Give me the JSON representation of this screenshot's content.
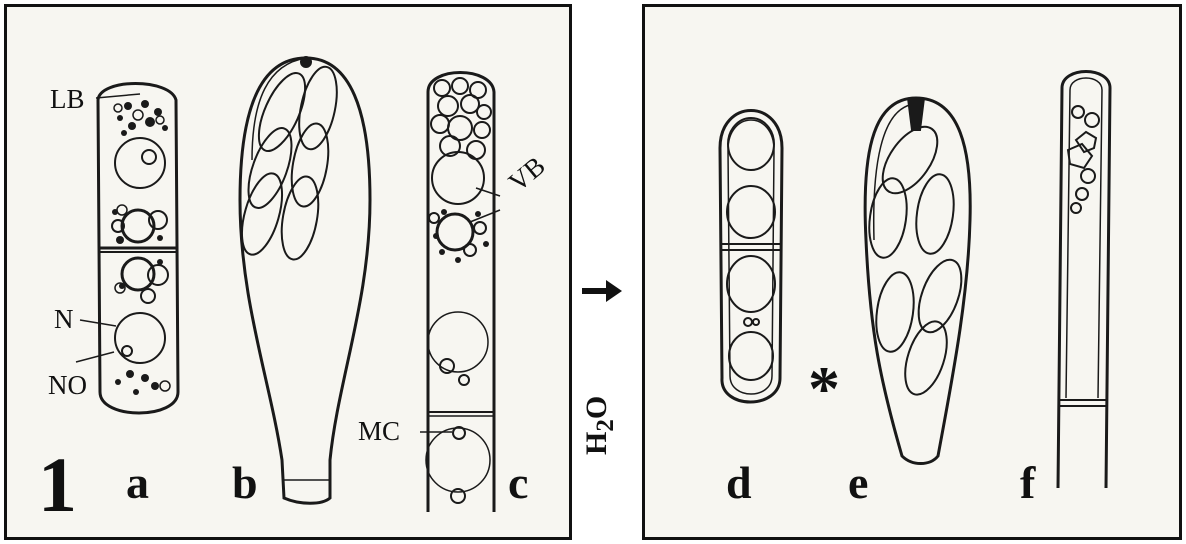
{
  "figure": {
    "figure_number": "1",
    "panel_letters": [
      "a",
      "b",
      "c",
      "d",
      "e",
      "f"
    ],
    "annotations": {
      "lb": "LB",
      "n": "N",
      "no": "NO",
      "vb": "VB",
      "mc": "MC"
    },
    "treatment": {
      "formula": "H",
      "subscript": "2",
      "formula_end": "O",
      "arrow_symbol": "➜"
    },
    "marker_symbol": "*"
  }
}
